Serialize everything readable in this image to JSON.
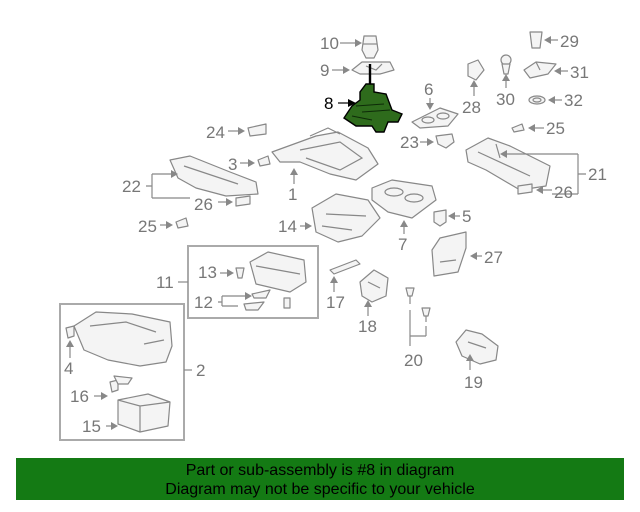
{
  "callouts": {
    "c1": "1",
    "c2": "2",
    "c3": "3",
    "c4": "4",
    "c5": "5",
    "c6": "6",
    "c7": "7",
    "c8": "8",
    "c9": "9",
    "c10": "10",
    "c11": "11",
    "c12": "12",
    "c13": "13",
    "c14": "14",
    "c15": "15",
    "c16": "16",
    "c17": "17",
    "c18": "18",
    "c19": "19",
    "c20": "20",
    "c21": "21",
    "c22": "22",
    "c23": "23",
    "c24": "24",
    "c25a": "25",
    "c25b": "25",
    "c26a": "26",
    "c26b": "26",
    "c27": "27",
    "c28": "28",
    "c29": "29",
    "c30": "30",
    "c31": "31",
    "c32": "32"
  },
  "highlight": {
    "part": "8",
    "color": "#2e6b1c"
  },
  "footer": {
    "line1": "Part or sub-assembly is #8 in diagram",
    "line2": "Diagram may not be specific to your vehicle",
    "background": "#147a14"
  }
}
